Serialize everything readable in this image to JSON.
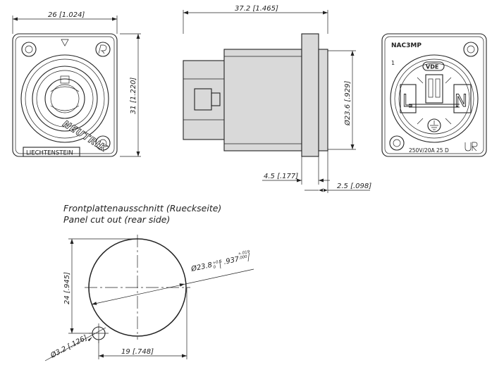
{
  "front_view": {
    "width_dim": "26 [1.024]",
    "height_dim": "31 [1.220]",
    "logo_text": "NEUTRIK",
    "label_text": "LIECHTENSTEIN"
  },
  "side_view": {
    "length_dim": "37.2 [1.465]",
    "diameter_dim": "Ø23.6 [.929]",
    "flange_dim": "4.5 [.177]",
    "offset_dim": "2.5 [.098]"
  },
  "rear_view": {
    "model": "NAC3MP",
    "pin_1": "1",
    "vde_label": "VDE",
    "live_label": "L",
    "neutral_label": "N",
    "rating": "250V/20A 25 D"
  },
  "cutout": {
    "caption_de": "Frontplattenausschnitt (Rueckseite)",
    "caption_en": "Panel cut out (rear side)",
    "hole_dim_main": "Ø23.8",
    "hole_tol_upper": "+0.5",
    "hole_tol_lower": "0",
    "hole_dim_inch": ".937",
    "hole_inch_tol_upper": "+.019",
    "hole_inch_tol_lower": ".000",
    "height_dim": "24 [.945]",
    "width_dim": "19 [.748]",
    "small_hole_dim": "Ø3.2 [.126]"
  }
}
